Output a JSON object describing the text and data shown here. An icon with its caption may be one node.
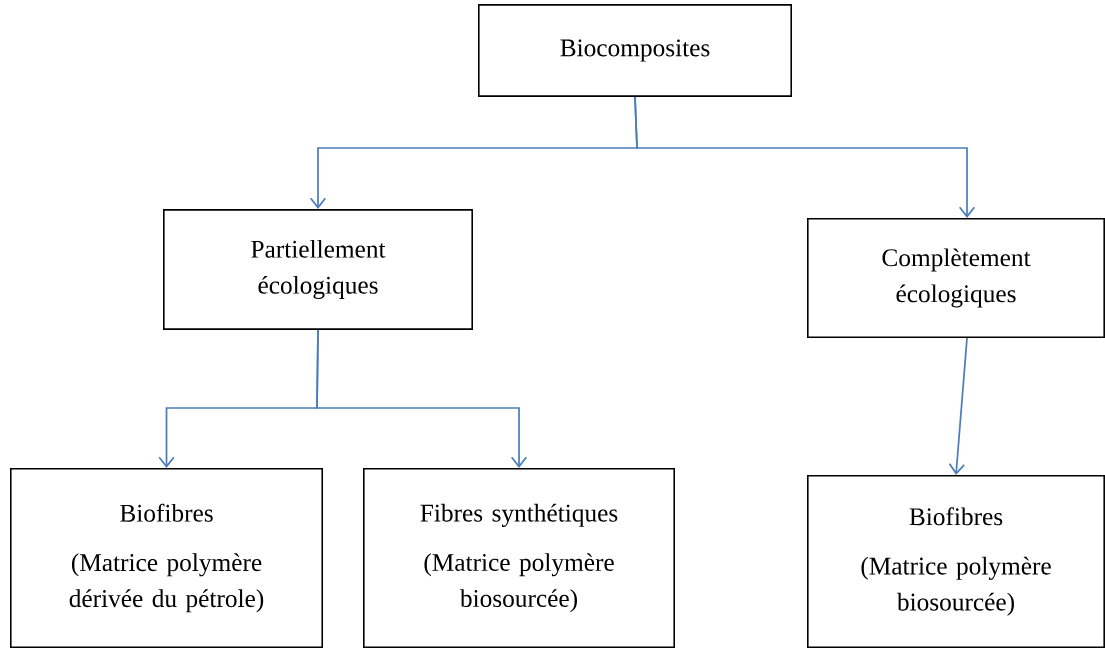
{
  "diagram": {
    "nodes": [
      {
        "text": [
          "Biocomposites"
        ]
      },
      {
        "text": [
          "Partiellement écologiques"
        ]
      },
      {
        "text": [
          "Complètement écologiques"
        ]
      },
      {
        "text": [
          "Biofibres",
          "(Matrice polymère dérivée du pétrole)"
        ]
      },
      {
        "text": [
          "Fibres synthétiques",
          "(Matrice polymère biosourcée)"
        ]
      },
      {
        "text": [
          "Biofibres",
          "(Matrice polymère biosourcée)"
        ]
      }
    ],
    "edges": [
      {
        "from": 0,
        "to": 1,
        "arrow": "to"
      },
      {
        "from": 0,
        "to": 2,
        "arrow": "to"
      },
      {
        "from": 1,
        "to": 3,
        "arrow": "to"
      },
      {
        "from": 1,
        "to": 4,
        "arrow": "to"
      },
      {
        "from": 2,
        "to": 5,
        "arrow": "to"
      }
    ]
  }
}
